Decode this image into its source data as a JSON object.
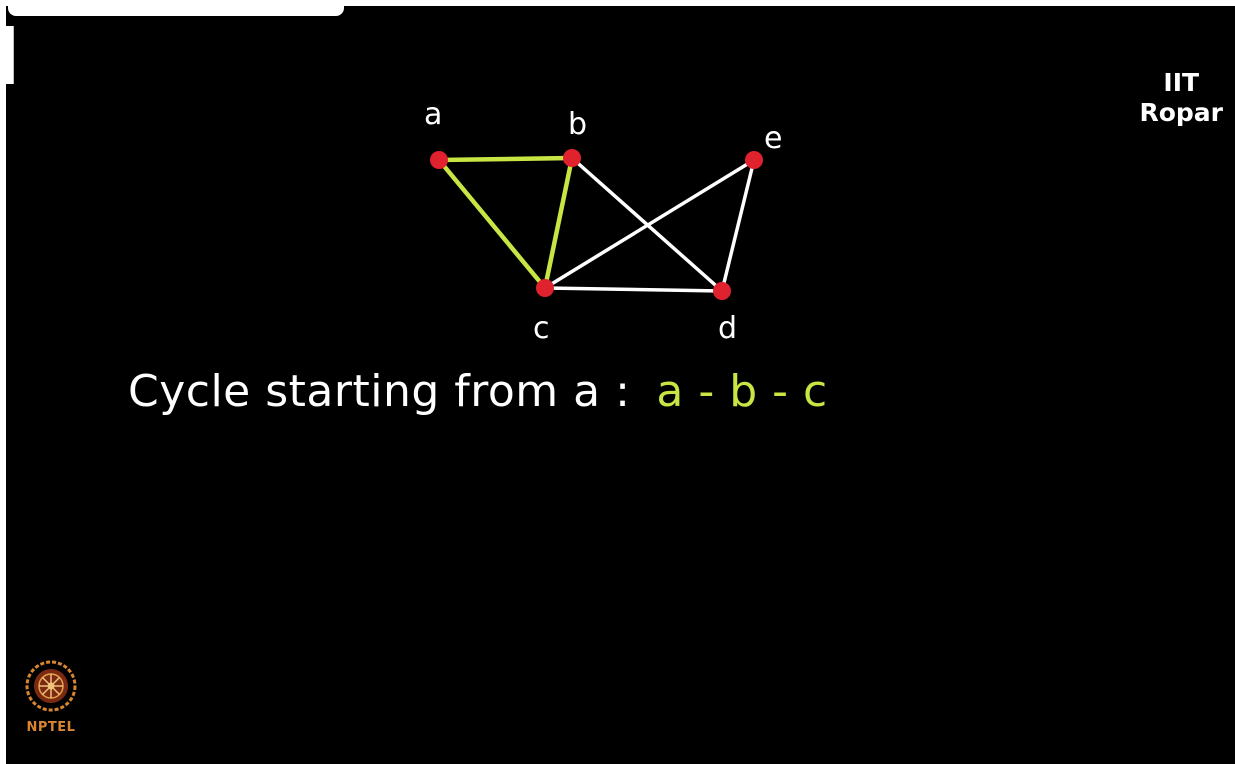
{
  "brand": {
    "line1": "IIT",
    "line2": "Ropar"
  },
  "graph": {
    "nodes": [
      {
        "id": "a",
        "label": "a"
      },
      {
        "id": "b",
        "label": "b"
      },
      {
        "id": "c",
        "label": "c"
      },
      {
        "id": "d",
        "label": "d"
      },
      {
        "id": "e",
        "label": "e"
      }
    ],
    "edges": [
      {
        "from": "a",
        "to": "b",
        "highlighted": true
      },
      {
        "from": "b",
        "to": "c",
        "highlighted": true
      },
      {
        "from": "a",
        "to": "c",
        "highlighted": true
      },
      {
        "from": "b",
        "to": "d",
        "highlighted": false
      },
      {
        "from": "c",
        "to": "e",
        "highlighted": false
      },
      {
        "from": "c",
        "to": "d",
        "highlighted": false
      },
      {
        "from": "e",
        "to": "d",
        "highlighted": false
      }
    ],
    "colors": {
      "node": "#e0222f",
      "edge": "#ffffff",
      "highlight": "#c7e543"
    }
  },
  "caption": {
    "prefix": "Cycle starting from a :",
    "path": "a - b - c"
  },
  "logo": {
    "text": "NPTEL",
    "icon": "nptel-logo-icon"
  }
}
